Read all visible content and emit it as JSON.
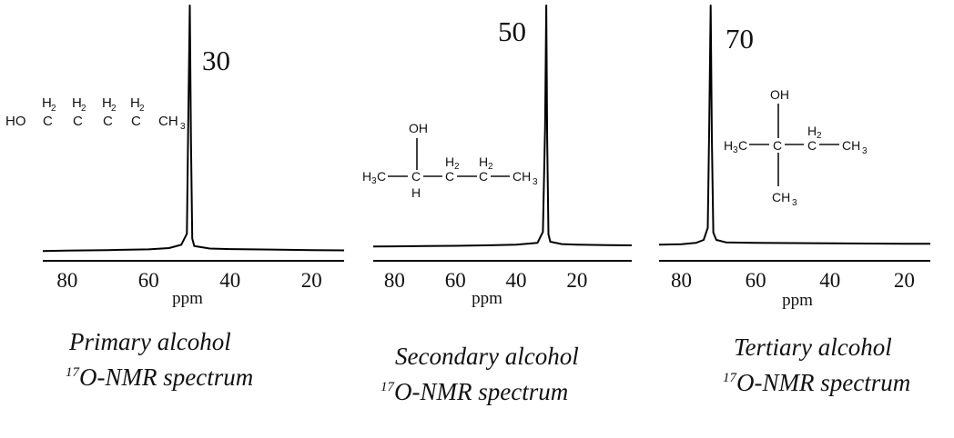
{
  "chart_data": [
    {
      "type": "line",
      "title": "Primary alcohol",
      "subtitle_prefix": "17",
      "subtitle": "O-NMR spectrum",
      "xlabel": "ppm",
      "ylabel": "",
      "xlim": [
        86,
        12
      ],
      "x_reversed": true,
      "xticks": [
        80,
        60,
        40,
        20
      ],
      "peak_label": "30",
      "series": [
        {
          "x": [
            86,
            80,
            70,
            60,
            55,
            52,
            50.6,
            50.3,
            49.9,
            49.6,
            49.3,
            48.8,
            45,
            40,
            30,
            20,
            12
          ],
          "y": [
            0.01,
            0.012,
            0.014,
            0.017,
            0.022,
            0.035,
            0.08,
            0.5,
            1.0,
            0.45,
            0.06,
            0.03,
            0.02,
            0.018,
            0.016,
            0.014,
            0.013
          ]
        }
      ],
      "structure": {
        "labels": [
          "HO",
          "H",
          "2",
          "C",
          "H",
          "2",
          "C",
          "H",
          "2",
          "C",
          "H",
          "2",
          "C",
          "CH",
          "3"
        ]
      }
    },
    {
      "type": "line",
      "title": "Secondary alcohol",
      "subtitle_prefix": "17",
      "subtitle": "O-NMR spectrum",
      "xlabel": "ppm",
      "ylabel": "",
      "xlim": [
        87,
        2
      ],
      "x_reversed": true,
      "xticks": [
        80,
        60,
        40,
        20
      ],
      "peak_label": "50",
      "series": [
        {
          "x": [
            87,
            80,
            70,
            60,
            50,
            40,
            33,
            31.2,
            30.5,
            30.1,
            29.8,
            29.4,
            28.8,
            25,
            20,
            10,
            2
          ],
          "y": [
            0.01,
            0.011,
            0.012,
            0.013,
            0.015,
            0.018,
            0.025,
            0.07,
            0.5,
            1.0,
            0.45,
            0.06,
            0.03,
            0.02,
            0.018,
            0.016,
            0.015
          ]
        }
      ],
      "structure": {
        "labels": [
          "OH",
          "H",
          "3",
          "C",
          "C",
          "H",
          "H",
          "2",
          "C",
          "H",
          "2",
          "C",
          "CH",
          "3"
        ]
      }
    },
    {
      "type": "line",
      "title": "Tertiary alcohol",
      "subtitle_prefix": "17",
      "subtitle": "O-NMR spectrum",
      "xlabel": "ppm",
      "ylabel": "",
      "xlim": [
        86,
        13
      ],
      "x_reversed": true,
      "xticks": [
        80,
        60,
        40,
        20
      ],
      "peak_label": "70",
      "series": [
        {
          "x": [
            86,
            80,
            76,
            74,
            72.9,
            72.5,
            72.1,
            71.8,
            71.4,
            70.6,
            68,
            60,
            50,
            40,
            30,
            20,
            13
          ],
          "y": [
            0.01,
            0.012,
            0.018,
            0.03,
            0.08,
            0.5,
            1.0,
            0.45,
            0.06,
            0.03,
            0.02,
            0.018,
            0.017,
            0.016,
            0.015,
            0.014,
            0.014
          ]
        }
      ],
      "structure": {
        "labels": [
          "OH",
          "H",
          "3",
          "C",
          "C",
          "H",
          "2",
          "C",
          "CH",
          "3",
          "CH",
          "3"
        ]
      }
    }
  ]
}
